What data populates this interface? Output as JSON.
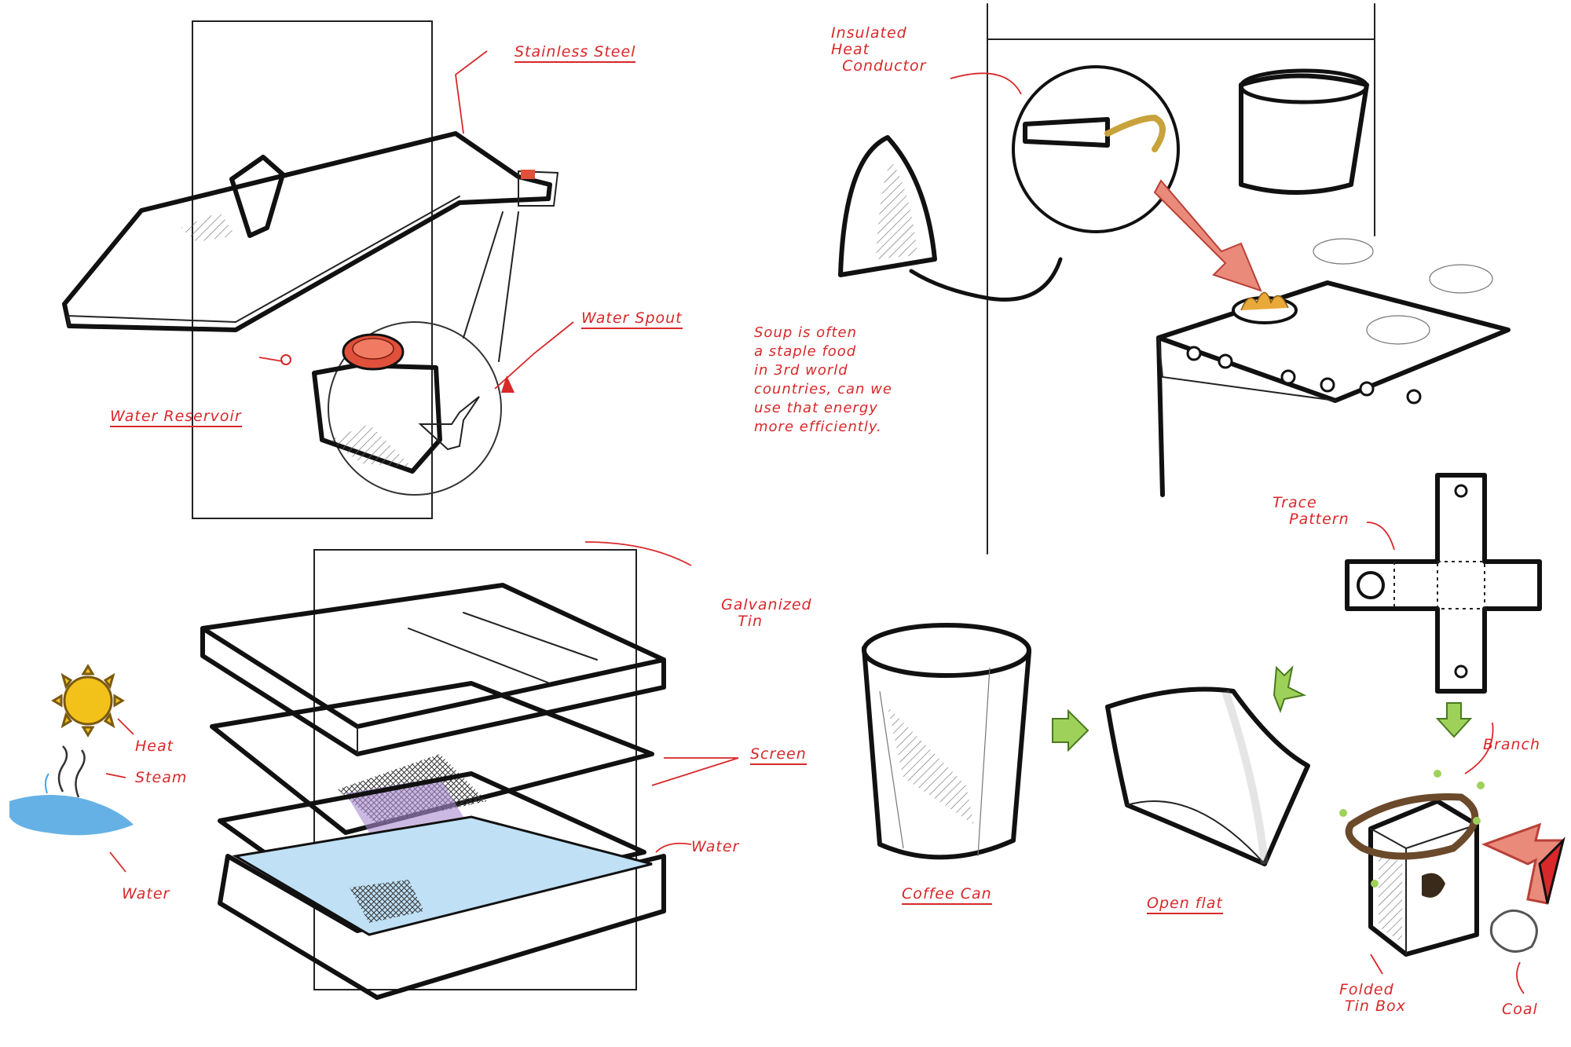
{
  "labels": {
    "stainless_steel": "Stainless Steel",
    "water_spout": "Water Spout",
    "water_reservoir": "Water Reservoir",
    "insulated_heat_conductor": "Insulated\nHeat\n  Conductor",
    "soup_note": "Soup is often\na staple food\nin 3rd world\ncountries, can we\nuse that energy\nmore efficiently.",
    "trace_pattern": "Trace\n   Pattern",
    "galvanized_tin": "Galvanized\n   Tin",
    "screen": "Screen",
    "water_tray": "Water",
    "heat": "Heat",
    "steam": "Steam",
    "water_side": "Water",
    "coffee_can": "Coffee Can",
    "open_flat": "Open flat",
    "branch": "Branch",
    "folded_tin_box": "Folded\n Tin Box",
    "coal": "Coal"
  },
  "colors": {
    "annotation": "#d8282a",
    "ink": "#111111",
    "sun": "#f2c21a",
    "water": "#4aa3e0",
    "arrow_green": "#9ed15a",
    "arrow_red": "#d8282a",
    "screen_purple": "#a98ad0",
    "bottle_cap": "#e0503a",
    "branch_brown": "#6b4a2b"
  },
  "icons": [
    "iron-icon",
    "sun-icon",
    "steam-icon",
    "coal-icon"
  ]
}
